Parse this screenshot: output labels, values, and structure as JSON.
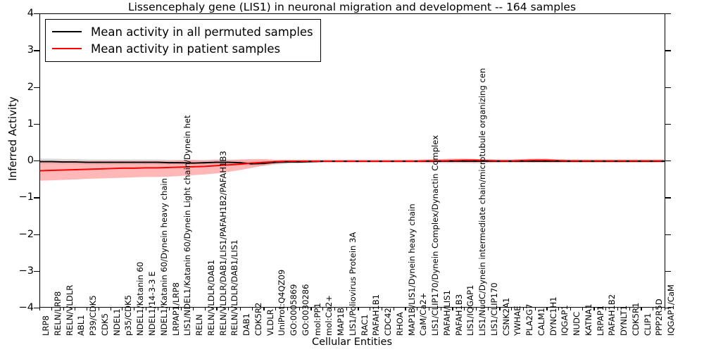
{
  "chart_data": {
    "type": "line",
    "title": "Lissencephaly gene (LIS1) in neuronal migration and development -- 164 samples",
    "xlabel": "Cellular Entities",
    "ylabel": "Inferred Activity",
    "ylim": [
      -4,
      4
    ],
    "yticks": [
      4,
      3,
      2,
      1,
      0,
      -1,
      -2,
      -3,
      -4
    ],
    "ytick_labels": [
      "4",
      "3",
      "2",
      "1",
      "0",
      "−1",
      "−2",
      "−3",
      "−4"
    ],
    "grid": false,
    "legend_position": "upper left",
    "n_samples": 164,
    "categories": [
      "LRP8",
      "RELN/LRP8",
      "RELN/VLDLR",
      "ABL1",
      "P39/CDK5",
      "CDK5",
      "NDEL1",
      "p35/CDK5",
      "NDEL1/Katanin 60",
      "NDEL1/14-3-3 E",
      "NDEL1/Katanin 60/Dynein heavy chain",
      "LRPAP1/LRP8",
      "LIS1/NDEL1/Katanin 60/Dynein Light chain/Dynein het",
      "RELN",
      "RELN/VLDLR/DAB1",
      "RELN/VLDLR/DAB1/LIS1/PAFAH1B2/PAFAH1B3",
      "RELN/VLDLR/DAB1/LIS1",
      "DAB1",
      "CDK5R2",
      "VLDLR",
      "UniProt:Q4QZ09",
      "GO:0005869",
      "GO:0030286",
      "mol:PP1",
      "mol:Ca2+",
      "MAP1B",
      "LIS1/Poliovirus Protein 3A",
      "RAC1",
      "PAFAH1B1",
      "CDC42",
      "RHOA",
      "MAP1B/LIS1/Dynein heavy chain",
      "CaM/Ca2+",
      "LIS1/CLIP170/Dynein Complex/Dynactin Complex",
      "PAFAH/LIS1",
      "PAFAH1B3",
      "LIS1/IQGAP1",
      "LIS1/NudC/Dynein intermediate chain/microtubule organizing cen",
      "LIS1/CLIP170",
      "CSNK2A1",
      "YWHAE",
      "PLA2G7",
      "CALM1",
      "DYNC1H1",
      "IQGAP1",
      "NUDC",
      "KATNA1",
      "LRPAP1",
      "PAFAH1B2",
      "DYNLT1",
      "CDK5R1",
      "CLIP1",
      "PPP2R5D",
      "IQGAP1/CaM"
    ],
    "series": [
      {
        "name": "Mean activity in all permuted samples",
        "color": "#000000",
        "band_color": "#cccccc",
        "values": [
          -0.03,
          -0.03,
          -0.04,
          -0.04,
          -0.05,
          -0.05,
          -0.05,
          -0.05,
          -0.05,
          -0.05,
          -0.05,
          -0.06,
          -0.06,
          -0.07,
          -0.06,
          -0.05,
          -0.05,
          -0.06,
          -0.09,
          -0.08,
          -0.05,
          -0.04,
          -0.04,
          -0.03,
          -0.02,
          -0.02,
          -0.02,
          -0.02,
          -0.02,
          -0.02,
          -0.02,
          -0.02,
          -0.02,
          -0.02,
          -0.02,
          -0.02,
          -0.02,
          -0.02,
          -0.02,
          -0.02,
          -0.02,
          -0.02,
          -0.02,
          -0.02,
          -0.02,
          -0.02,
          -0.02,
          -0.02,
          -0.02,
          -0.02,
          -0.02,
          -0.02,
          -0.02,
          -0.02
        ],
        "band_lower": [
          -0.1,
          -0.1,
          -0.11,
          -0.11,
          -0.12,
          -0.12,
          -0.12,
          -0.12,
          -0.12,
          -0.12,
          -0.12,
          -0.13,
          -0.13,
          -0.14,
          -0.13,
          -0.12,
          -0.12,
          -0.13,
          -0.16,
          -0.15,
          -0.11,
          -0.09,
          -0.08,
          -0.07,
          -0.06,
          -0.06,
          -0.06,
          -0.06,
          -0.06,
          -0.06,
          -0.06,
          -0.06,
          -0.06,
          -0.07,
          -0.07,
          -0.07,
          -0.07,
          -0.08,
          -0.07,
          -0.06,
          -0.06,
          -0.06,
          -0.06,
          -0.06,
          -0.06,
          -0.06,
          -0.06,
          -0.06,
          -0.06,
          -0.06,
          -0.06,
          -0.06,
          -0.06,
          -0.06
        ],
        "band_upper": [
          0.05,
          0.05,
          0.04,
          0.04,
          0.03,
          0.03,
          0.03,
          0.03,
          0.03,
          0.03,
          0.03,
          0.02,
          0.02,
          0.01,
          0.02,
          0.03,
          0.03,
          0.02,
          0.0,
          0.01,
          0.02,
          0.03,
          0.03,
          0.03,
          0.03,
          0.03,
          0.03,
          0.03,
          0.03,
          0.03,
          0.03,
          0.03,
          0.03,
          0.03,
          0.03,
          0.03,
          0.03,
          0.04,
          0.03,
          0.03,
          0.03,
          0.03,
          0.03,
          0.03,
          0.03,
          0.03,
          0.03,
          0.03,
          0.03,
          0.03,
          0.03,
          0.03,
          0.03,
          0.03
        ]
      },
      {
        "name": "Mean activity in patient samples",
        "color": "#ff0000",
        "band_color": "#ff9999",
        "values": [
          -0.28,
          -0.27,
          -0.26,
          -0.25,
          -0.24,
          -0.23,
          -0.22,
          -0.21,
          -0.21,
          -0.2,
          -0.2,
          -0.19,
          -0.18,
          -0.17,
          -0.16,
          -0.14,
          -0.12,
          -0.1,
          -0.07,
          -0.05,
          -0.03,
          -0.02,
          -0.02,
          -0.02,
          -0.02,
          -0.02,
          -0.02,
          -0.02,
          -0.02,
          -0.02,
          -0.02,
          -0.02,
          -0.02,
          -0.01,
          -0.01,
          0.0,
          0.01,
          0.01,
          0.0,
          -0.01,
          -0.01,
          0.0,
          0.01,
          0.01,
          0.0,
          -0.01,
          -0.01,
          -0.01,
          -0.01,
          -0.01,
          -0.01,
          -0.01,
          -0.01,
          -0.01
        ],
        "band_lower": [
          -0.55,
          -0.54,
          -0.53,
          -0.52,
          -0.5,
          -0.49,
          -0.48,
          -0.47,
          -0.46,
          -0.45,
          -0.45,
          -0.44,
          -0.42,
          -0.4,
          -0.38,
          -0.35,
          -0.31,
          -0.26,
          -0.2,
          -0.14,
          -0.09,
          -0.06,
          -0.05,
          -0.05,
          -0.05,
          -0.05,
          -0.05,
          -0.05,
          -0.05,
          -0.05,
          -0.05,
          -0.05,
          -0.05,
          -0.05,
          -0.05,
          -0.05,
          -0.05,
          -0.05,
          -0.05,
          -0.05,
          -0.05,
          -0.05,
          -0.05,
          -0.05,
          -0.05,
          -0.05,
          -0.05,
          -0.05,
          -0.05,
          -0.05,
          -0.05,
          -0.05,
          -0.05,
          -0.05
        ],
        "band_upper": [
          -0.01,
          -0.01,
          -0.01,
          -0.01,
          -0.01,
          -0.01,
          -0.01,
          -0.01,
          -0.01,
          -0.01,
          -0.01,
          -0.01,
          0.0,
          0.02,
          0.0,
          0.02,
          0.01,
          0.03,
          0.04,
          0.04,
          0.02,
          0.01,
          0.01,
          0.01,
          0.01,
          0.01,
          0.01,
          0.01,
          0.01,
          0.01,
          0.01,
          0.02,
          0.02,
          0.03,
          0.04,
          0.05,
          0.05,
          0.04,
          0.03,
          0.02,
          0.02,
          0.04,
          0.05,
          0.05,
          0.03,
          0.02,
          0.01,
          0.01,
          0.01,
          0.01,
          0.01,
          0.01,
          0.01,
          0.01
        ]
      }
    ]
  },
  "legend": {
    "items": [
      {
        "label": "Mean activity in all permuted samples",
        "color": "#000000"
      },
      {
        "label": "Mean activity in patient samples",
        "color": "#ff0000"
      }
    ]
  }
}
